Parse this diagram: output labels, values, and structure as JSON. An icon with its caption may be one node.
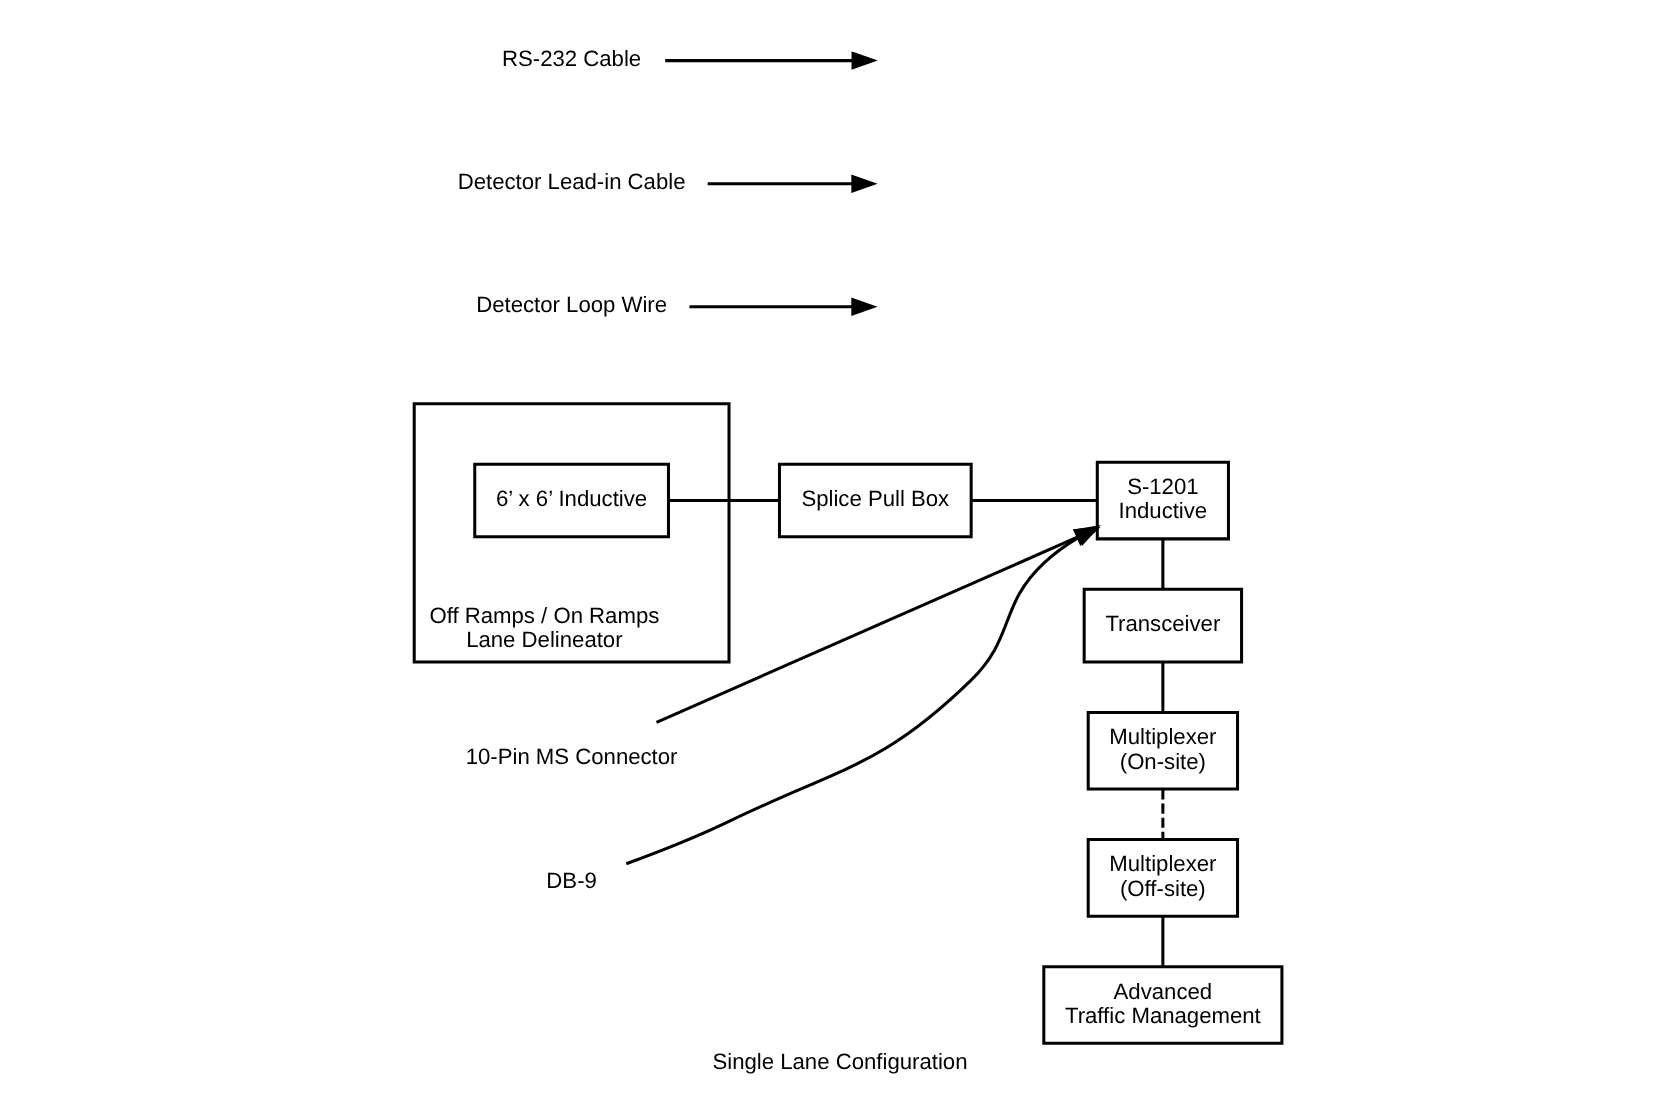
{
  "diagram": {
    "caption": "Single Lane Configuration",
    "nodes": [
      {
        "text": [
          "Off Ramps / On Ramps",
          "Lane Delineator"
        ]
      },
      {
        "text": [
          "6’ x 6’ Inductive"
        ],
        "in": 0
      },
      {
        "text": [
          "Splice Pull Box"
        ]
      },
      {
        "text": [
          "S-1201",
          "Inductive"
        ]
      },
      {
        "text": [
          "Transceiver"
        ]
      },
      {
        "text": [
          "Multiplexer",
          "(On-site)"
        ]
      },
      {
        "text": [
          "Multiplexer",
          "(Off-site)"
        ]
      },
      {
        "text": [
          "Advanced",
          "Traffic Management"
        ]
      },
      {
        "text": [
          "Detector Loop Wire"
        ]
      },
      {
        "text": [
          "Detector Lead-in Cable"
        ]
      },
      {
        "text": [
          "10-Pin MS Connector"
        ]
      },
      {
        "text": [
          "DB-9"
        ]
      },
      {
        "text": [
          "RS-232 Cable"
        ]
      }
    ],
    "edges": [
      {
        "from": 1,
        "to": 2,
        "arrow": "none"
      },
      {
        "from": 2,
        "to": 3,
        "arrow": "none"
      },
      {
        "from": 3,
        "to": 4,
        "arrow": "none"
      },
      {
        "from": 4,
        "to": 5,
        "arrow": "none"
      },
      {
        "from": 5,
        "to": 6,
        "arrow": "none",
        "style": "dashed"
      },
      {
        "from": 6,
        "to": 7,
        "arrow": "none"
      },
      {
        "from": 8,
        "to": null,
        "arrow": "to"
      },
      {
        "from": 9,
        "to": null,
        "arrow": "to"
      },
      {
        "from": 10,
        "to": 3,
        "arrow": "to"
      },
      {
        "from": 11,
        "to": 3,
        "arrow": "to"
      },
      {
        "from": 12,
        "to": null,
        "arrow": "to"
      }
    ]
  }
}
